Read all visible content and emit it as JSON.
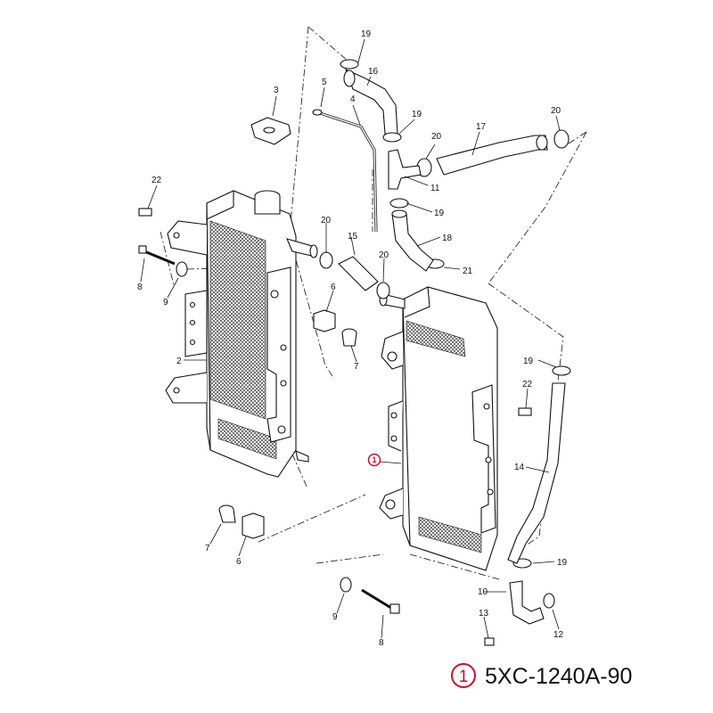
{
  "diagram": {
    "part_number": "5XC-1240A-90",
    "highlighted_callout": "1",
    "callouts": [
      "1",
      "2",
      "3",
      "4",
      "5",
      "6",
      "7",
      "8",
      "9",
      "10",
      "11",
      "12",
      "13",
      "14",
      "15",
      "16",
      "17",
      "18",
      "19",
      "20",
      "21",
      "22"
    ]
  },
  "colors": {
    "line": "#111111",
    "highlight": "#c8102e",
    "background": "#ffffff"
  }
}
